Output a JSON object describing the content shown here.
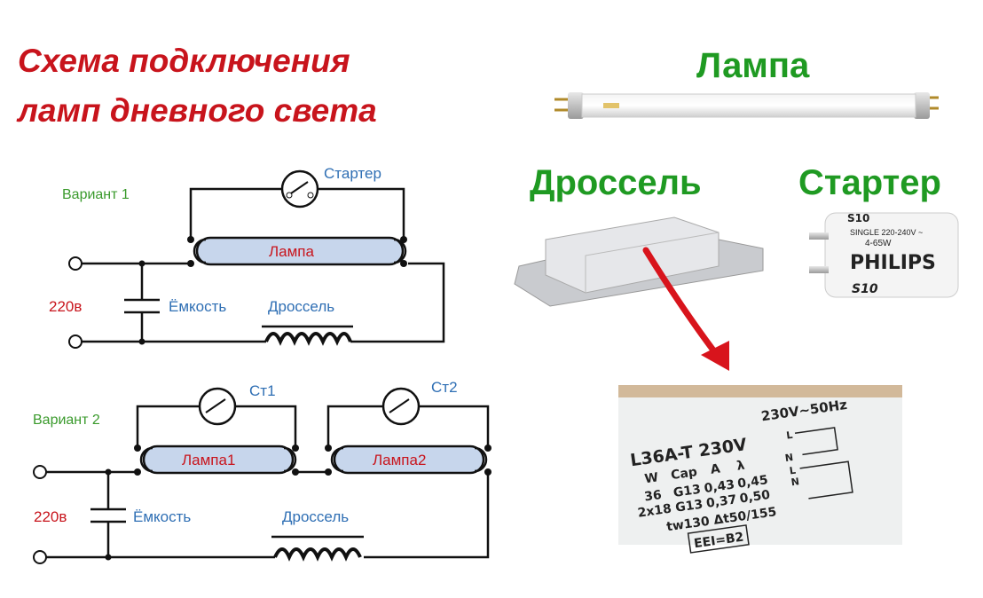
{
  "title": {
    "line1": "Схема подключения",
    "line2": "ламп дневного света"
  },
  "headings": {
    "lamp": "Лампа",
    "choke": "Дроссель",
    "starter": "Стартер"
  },
  "variant1": {
    "label": "Вариант 1",
    "starter": "Стартер",
    "lamp": "Лампа",
    "voltage": "220в",
    "capacitor": "Ёмкость",
    "choke": "Дроссель"
  },
  "variant2": {
    "label": "Вариант 2",
    "starter1": "Ст1",
    "starter2": "Ст2",
    "lamp1": "Лампа1",
    "lamp2": "Лампа2",
    "voltage": "220в",
    "capacitor": "Ёмкость",
    "choke": "Дроссель"
  },
  "starter_photo": {
    "top": "S10",
    "line1": "SINGLE 220-240V ~",
    "line2": "4-65W",
    "brand": "PHILIPS",
    "model": "S10"
  },
  "ballast_label": {
    "model": "L36A-T 230V",
    "supply": "230V~50Hz",
    "col_w": "W",
    "col_cap": "Cap",
    "col_a": "A",
    "col_lambda": "λ",
    "row1": [
      "36",
      "G13",
      "0,43",
      "0,45"
    ],
    "row2": [
      "2x18",
      "G13",
      "0,37",
      "0,50"
    ],
    "temp": "tw130 Δt50/155",
    "eei": "EEI=B2",
    "pins": [
      "L",
      "N",
      "L",
      "N"
    ]
  },
  "colors": {
    "title": "#c8141c",
    "heading": "#1f9a22",
    "wire": "#111111",
    "tube": "#c7d6ec",
    "arrow": "#d8141c"
  }
}
